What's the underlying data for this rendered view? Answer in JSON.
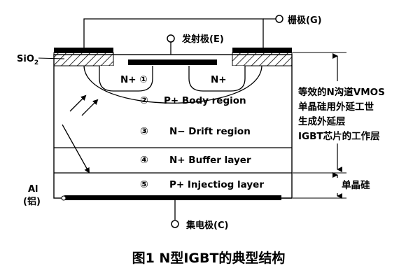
{
  "terminals": {
    "gate": "栅极(G)",
    "emitter": "发射极(E)",
    "collector": "集电极(C)"
  },
  "materials": {
    "oxide": "SiO",
    "oxide_subscript": "2",
    "metal": "Al",
    "metal_cn": "(铝)"
  },
  "regions": {
    "n_plus_left": "N+ ①",
    "n_plus_right": "N+",
    "body_num": "②",
    "body_label": "P+  Body region",
    "drift_num": "③",
    "drift_label": "N− Drift region",
    "buffer_num": "④",
    "buffer_label": "N+  Buffer layer",
    "inject_num": "⑤",
    "inject_label": "P+  Injectiog layer"
  },
  "annotations": {
    "epi_lines": [
      "等效的N沟道VMOS",
      "单晶硅用外延工世",
      "生成外延层",
      "IGBT芯片的工作层"
    ],
    "substrate": "单晶硅"
  },
  "caption": "图1   N型IGBT的典型结构"
}
